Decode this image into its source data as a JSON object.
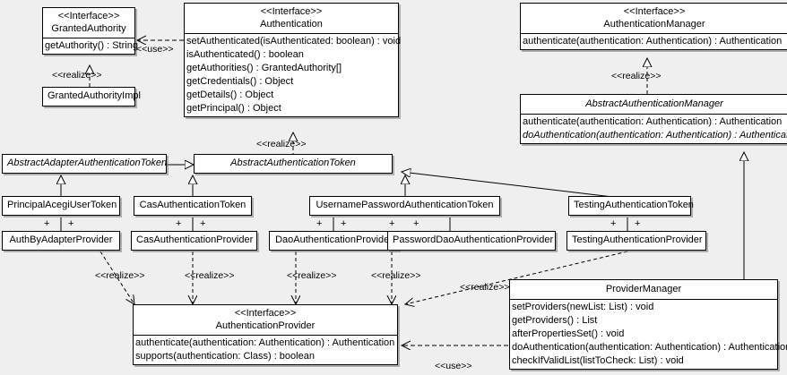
{
  "diagram": {
    "kind": "uml-class-diagram",
    "background": "#efefef",
    "node_fill": "#ffffff",
    "line_color": "#000000"
  },
  "nodes": {
    "granted_authority": {
      "stereotype": "<<Interface>>",
      "name": "GrantedAuthority",
      "operations": [
        "getAuthority() : String"
      ]
    },
    "granted_authority_impl": {
      "name": "GrantedAuthorityImpl"
    },
    "authentication": {
      "stereotype": "<<Interface>>",
      "name": "Authentication",
      "operations": [
        "setAuthenticated(isAuthenticated: boolean) : void",
        "isAuthenticated() : boolean",
        "getAuthorities() : GrantedAuthority[]",
        "getCredentials() : Object",
        "getDetails() : Object",
        "getPrincipal() : Object"
      ]
    },
    "authentication_manager": {
      "stereotype": "<<Interface>>",
      "name": "AuthenticationManager",
      "operations": [
        "authenticate(authentication: Authentication) : Authentication"
      ]
    },
    "abstract_authentication_manager": {
      "name": "AbstractAuthenticationManager",
      "operations": [
        "authenticate(authentication: Authentication) : Authentication",
        "doAuthentication(authentication: Authentication) : Authentication"
      ]
    },
    "abstract_adapter_authentication_token": {
      "name": "AbstractAdapterAuthenticationToken"
    },
    "abstract_authentication_token": {
      "name": "AbstractAuthenticationToken"
    },
    "principal_acegi_user_token": {
      "name": "PrincipalAcegiUserToken"
    },
    "cas_authentication_token": {
      "name": "CasAuthenticationToken"
    },
    "username_password_authentication_token": {
      "name": "UsernamePasswordAuthenticationToken"
    },
    "testing_authentication_token": {
      "name": "TestingAuthenticationToken"
    },
    "auth_by_adapter_provider": {
      "name": "AuthByAdapterProvider"
    },
    "cas_authentication_provider": {
      "name": "CasAuthenticationProvider"
    },
    "dao_authentication_provider": {
      "name": "DaoAuthenticationProvider"
    },
    "password_dao_authentication_provider": {
      "name": "PasswordDaoAuthenticationProvider"
    },
    "testing_authentication_provider": {
      "name": "TestingAuthenticationProvider"
    },
    "authentication_provider": {
      "stereotype": "<<Interface>>",
      "name": "AuthenticationProvider",
      "operations": [
        "authenticate(authentication: Authentication) : Authentication",
        "supports(authentication: Class) : boolean"
      ]
    },
    "provider_manager": {
      "name": "ProviderManager",
      "operations": [
        "setProviders(newList: List) : void",
        "getProviders() : List",
        "afterPropertiesSet() : void",
        "doAuthentication(authentication: Authentication) : Authentication",
        "checkIfValidList(listToCheck: List) : void"
      ]
    }
  },
  "edge_labels": {
    "use_auth_granted": "<<use>>",
    "realize_gai": "<<realize>>",
    "realize_aat_auth": "<<realize>>",
    "realize_aam": "<<realize>>",
    "realize_abap": "<<realize>>",
    "realize_casp": "<<realize>>",
    "realize_daop": "<<realize>>",
    "realize_pwdaop": "<<realize>>",
    "realize_testp": "<<realize>>",
    "use_pm_ap": "<<use>>"
  },
  "association_markers": {
    "symbol": "+",
    "pairs": [
      {
        "owner": "principal_acegi_user_token",
        "count": 2
      },
      {
        "owner": "cas_authentication_token",
        "count": 2
      },
      {
        "owner": "username_password_authentication_token",
        "count": 4
      },
      {
        "owner": "testing_authentication_token",
        "count": 2
      }
    ]
  }
}
